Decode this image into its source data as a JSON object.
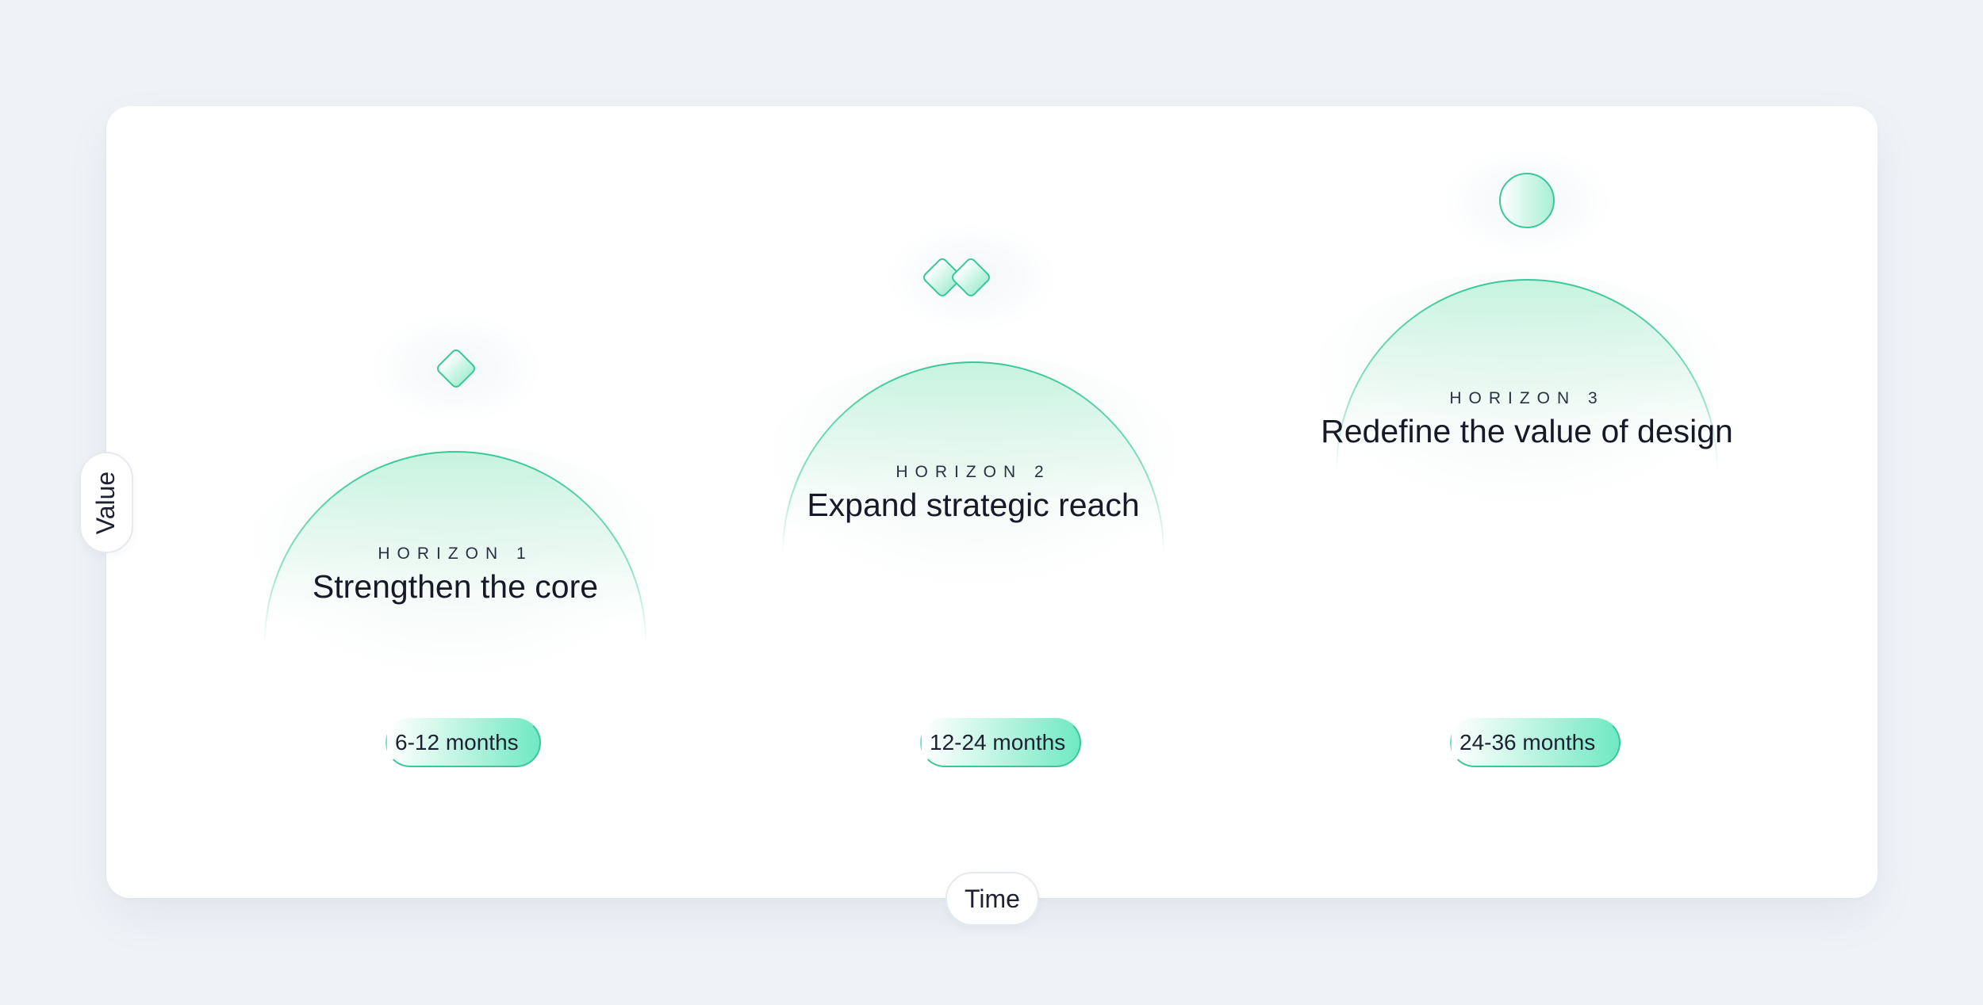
{
  "axes": {
    "y_label": "Value",
    "x_label": "Time"
  },
  "horizons": [
    {
      "eyebrow": "HORIZON 1",
      "title": "Strengthen the core",
      "duration": "6-12 months",
      "icon": "diamond-icon"
    },
    {
      "eyebrow": "HORIZON 2",
      "title": "Expand strategic reach",
      "duration": "12-24 months",
      "icon": "double-diamond-icon"
    },
    {
      "eyebrow": "HORIZON 3",
      "title": "Redefine the value of design",
      "duration": "24-36 months",
      "icon": "circle-icon"
    }
  ],
  "colors": {
    "accent": "#3cc79b",
    "accent_fill": "#bff3e0",
    "background": "#eff2f7",
    "card": "#ffffff",
    "text": "#161a27"
  }
}
